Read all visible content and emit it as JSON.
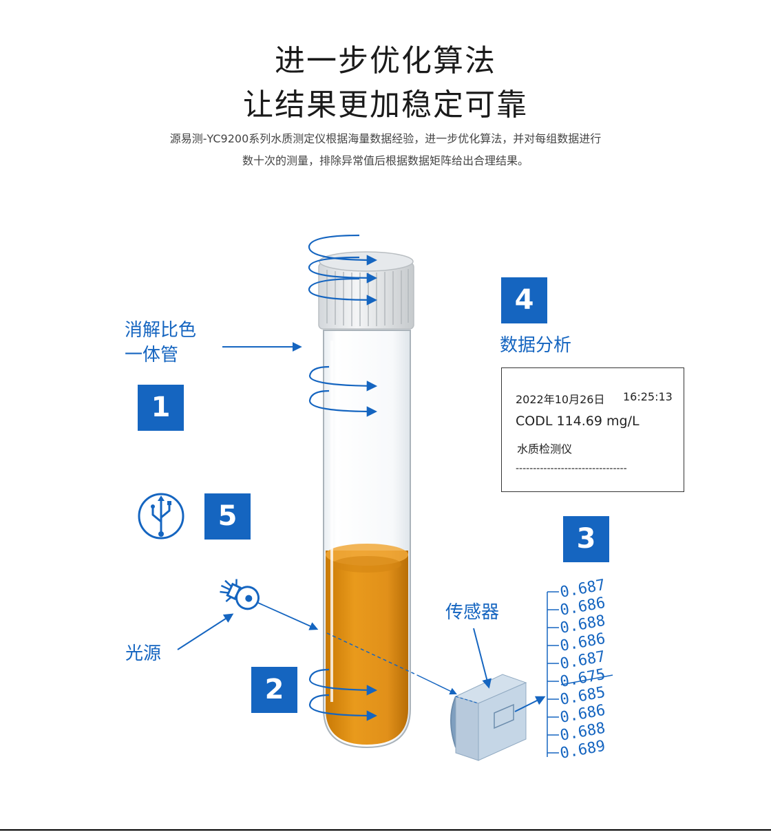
{
  "heading": {
    "line1": "进一步优化算法",
    "line2": "让结果更加稳定可靠"
  },
  "description": {
    "line1": "源易测-YC9200系列水质测定仪根据海量数据经验，进一步优化算法，并对每组数据进行",
    "line2": "数十次的测量，排除异常值后根据数据矩阵给出合理结果。"
  },
  "steps": {
    "one": "1",
    "two": "2",
    "three": "3",
    "four": "4",
    "five": "5"
  },
  "labels": {
    "tube_line1": "消解比色",
    "tube_line2": "一体管",
    "analysis": "数据分析",
    "light_source": "光源",
    "sensor": "传感器"
  },
  "printout": {
    "date": "2022年10月26日",
    "time": "16:25:13",
    "code": "CODL   114.69 mg/L",
    "device": "水质检测仪",
    "divider": "--------------------------------"
  },
  "readings": [
    "0.687",
    "0.686",
    "0.688",
    "0.686",
    "0.687",
    "0.675",
    "0.685",
    "0.686",
    "0.688",
    "0.689"
  ],
  "colors": {
    "brand_blue": "#1565c0",
    "liquid": "#d98a10"
  },
  "icons": [
    "usb-icon",
    "light-bulb-icon",
    "rotation-arrow-icon",
    "sensor-box-icon"
  ]
}
